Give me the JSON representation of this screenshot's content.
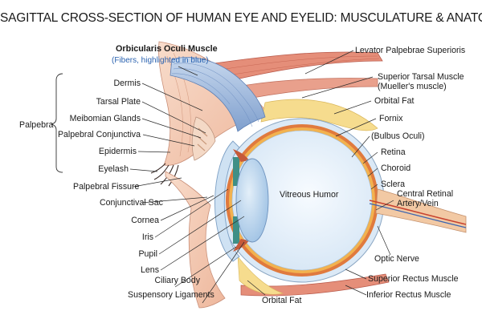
{
  "title": "SAGITTAL CROSS-SECTION OF HUMAN EYE AND EYELID: MUSCULATURE & ANATOMY",
  "highlight": {
    "label": "Orbicularis Oculi Muscle",
    "note": "(Fibers, highlighted in blue)"
  },
  "left_labels": {
    "dermis": "Dermis",
    "tarsal_plate": "Tarsal Plate",
    "meibomian_glands": "Meibomian Glands",
    "palpebral_conjunctiva": "Palpebral Conjunctiva",
    "epidermis": "Epidermis",
    "eyelash": "Eyelash",
    "palpebral_fissure": "Palpebral Fissure",
    "conjunctival_sac": "Conjunctival Sac",
    "cornea": "Cornea",
    "iris": "Iris",
    "pupil": "Pupil",
    "lens": "Lens",
    "ciliary_body": "Ciliary Body",
    "suspensory_ligaments": "Suspensory Ligaments"
  },
  "group_label": "Palpebra",
  "right_labels": {
    "levator": "Levator Palpebrae Superioris",
    "superior_tarsal_1": "Superior Tarsal Muscle",
    "superior_tarsal_2": "(Mueller's muscle)",
    "orbital_fat_top": "Orbital Fat",
    "fornix": "Fornix",
    "bulbus": "(Bulbus Oculi)",
    "retina": "Retina",
    "choroid": "Choroid",
    "sclera": "Sclera",
    "central_retinal_1": "Central Retinal",
    "central_retinal_2": "Artery/Vein",
    "optic_nerve": "Optic Nerve",
    "superior_rectus": "Superior Rectus Muscle",
    "inferior_rectus": "Inferior Rectus Muscle"
  },
  "center_labels": {
    "vitreous": "Vitreous Humor",
    "orbital_fat_bottom": "Orbital Fat"
  },
  "colors": {
    "muscle_blue": "#8fb0d8",
    "muscle_red": "#e07f6a",
    "skin": "#f3c9b0",
    "fat": "#f6dc8e",
    "sclera": "#dbe9f6",
    "choroid": "#e07a3e",
    "retina": "#f2b24f",
    "vitreous": "#e7f1fb",
    "lens": "#bcd6ee",
    "iris": "#3f8f86"
  }
}
